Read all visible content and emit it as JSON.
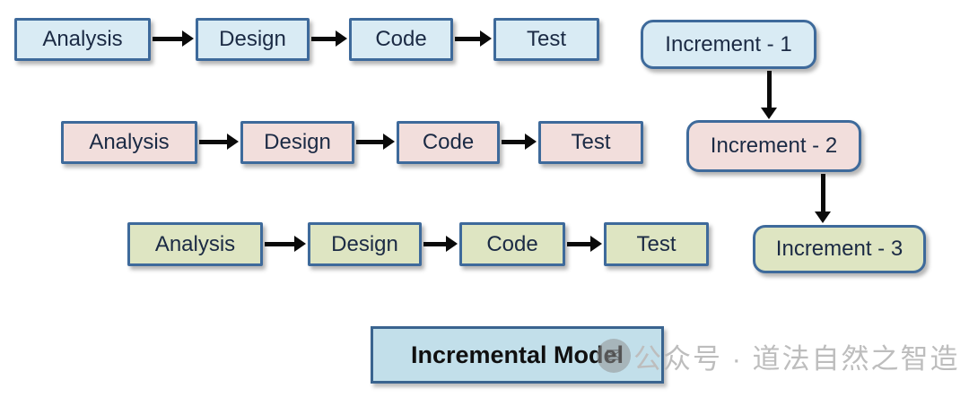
{
  "diagram": {
    "title": "Incremental Model",
    "rows": [
      {
        "color_name": "blue",
        "fill": "#d9ebf4",
        "steps": [
          "Analysis",
          "Design",
          "Code",
          "Test"
        ],
        "increment": "Increment - 1"
      },
      {
        "color_name": "pink",
        "fill": "#f2dedc",
        "steps": [
          "Analysis",
          "Design",
          "Code",
          "Test"
        ],
        "increment": "Increment - 2"
      },
      {
        "color_name": "green",
        "fill": "#dee5c2",
        "steps": [
          "Analysis",
          "Design",
          "Code",
          "Test"
        ],
        "increment": "Increment - 3"
      }
    ],
    "colors": {
      "box_border": "#3e6a9b",
      "arrow": "#0a0a0a",
      "text": "#1b2a44",
      "title_fill": "#c2dfea",
      "watermark": "#bdbdbd"
    }
  },
  "watermark": {
    "text": "公众号 · 道法自然之智造"
  }
}
